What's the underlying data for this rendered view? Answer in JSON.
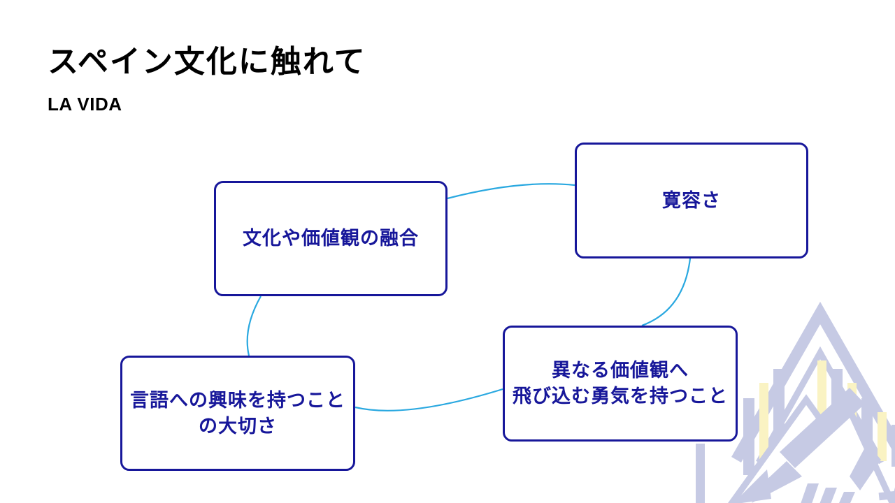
{
  "slide": {
    "title": "スペイン文化に触れて",
    "subtitle": "LA VIDA"
  },
  "diagram": {
    "nodes": [
      {
        "id": "fusion",
        "lines": [
          "文化や価値観の融合"
        ]
      },
      {
        "id": "tolerance",
        "lines": [
          "寛容さ"
        ]
      },
      {
        "id": "language-importance",
        "lines": [
          "言語への興味を持つこと",
          "の大切さ"
        ]
      },
      {
        "id": "courage",
        "lines": [
          "異なる価値観へ",
          "飛び込む勇気を持つこと"
        ]
      }
    ],
    "edges": [
      {
        "from": "fusion",
        "to": "tolerance"
      },
      {
        "from": "tolerance",
        "to": "courage"
      },
      {
        "from": "fusion",
        "to": "language-importance"
      },
      {
        "from": "language-importance",
        "to": "courage"
      }
    ]
  },
  "watermark": {
    "name": "mountain-emblem-logo"
  },
  "theme": {
    "background_color": "#ffffff",
    "title_color": "#000000",
    "node_border_color": "#17179a",
    "node_text_color": "#17179a",
    "connector_color": "#29a8e0",
    "watermark_primary": "#c6cae4",
    "watermark_accent": "#faf3c3"
  }
}
